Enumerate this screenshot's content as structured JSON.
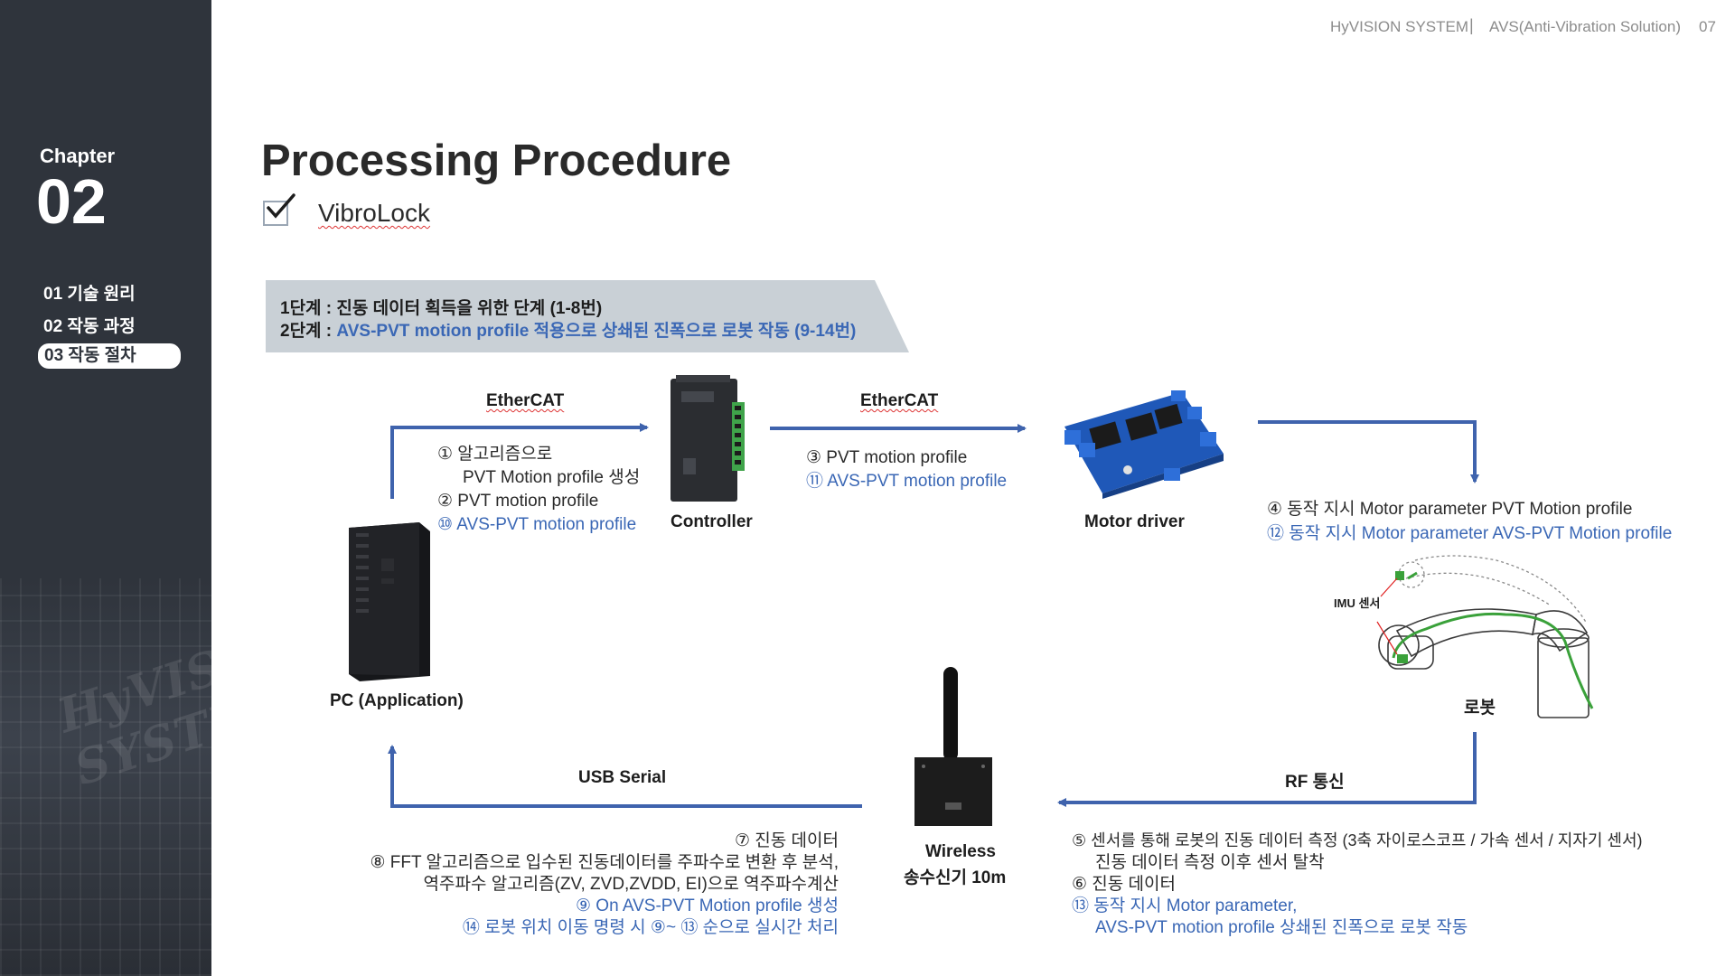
{
  "header": {
    "brand": "HyVISION SYSTEM",
    "separator": "|",
    "subtitle": "AVS(Anti-Vibration Solution)",
    "page_number": "07"
  },
  "sidebar": {
    "chapter_label": "Chapter",
    "chapter_number": "02",
    "items": [
      {
        "label": "01 기술 원리",
        "active": false
      },
      {
        "label": "02 작동 과정",
        "active": false
      },
      {
        "label": "03 작동 절차",
        "active": true
      }
    ],
    "watermark": "HyVISION SYSTEM"
  },
  "title": "Processing Procedure",
  "subtitle": "VibroLock",
  "banner": {
    "line1": "1단계 : 진동 데이터 획득을 위한 단계 (1-8번)",
    "line2_prefix": "2단계 : ",
    "line2_rest": "AVS-PVT motion profile 적용으로 상쇄된 진폭으로 로봇 작동 (9-14번)"
  },
  "components": {
    "pc": "PC (Application)",
    "controller": "Controller",
    "motor_driver": "Motor driver",
    "robot": "로봇",
    "imu": "IMU 센서",
    "wireless_line1": "Wireless",
    "wireless_line2": "송수신기 10m"
  },
  "links": {
    "pc_controller": "EtherCAT",
    "controller_driver": "EtherCAT",
    "robot_wireless": "RF 통신",
    "wireless_pc": "USB Serial"
  },
  "notes": {
    "pc_controller": {
      "n1a": "① 알고리즘으로",
      "n1b": "PVT Motion profile 생성",
      "n2": "② PVT motion profile",
      "n10": "⑩ AVS-PVT motion profile"
    },
    "controller_driver": {
      "n3": "③ PVT motion profile",
      "n11": "⑪ AVS-PVT motion profile"
    },
    "driver_robot": {
      "n4": "④ 동작 지시 Motor parameter PVT Motion profile",
      "n12": "⑫ 동작 지시 Motor parameter AVS-PVT Motion profile"
    },
    "robot_wireless": {
      "n5a": "⑤ 센서를 통해 로봇의 진동 데이터 측정 (3축 자이로스코프 / 가속 센서 / 지자기 센서)",
      "n5b": "진동 데이터 측정 이후 센서 탈착",
      "n6": "⑥ 진동 데이터",
      "n13a": "⑬ 동작 지시 Motor parameter,",
      "n13b": "AVS-PVT motion profile 상쇄된 진폭으로 로봇 작동"
    },
    "wireless_pc": {
      "n7": "⑦ 진동 데이터",
      "n8a": "⑧ FFT 알고리즘으로 입수된 진동데이터를 주파수로 변환 후 분석,",
      "n8b": "역주파수 알고리즘(ZV, ZVD,ZVDD, EI)으로 역주파수계산",
      "n9": "⑨ On AVS-PVT Motion profile 생성",
      "n14": "⑭ 로봇 위치 이동 명령 시 ⑨~ ⑬ 순으로 실시간 처리"
    }
  },
  "colors": {
    "sidebar": "#2f343c",
    "arrow": "#3f63ad",
    "banner": "#c9d0d6",
    "accent_blue": "#3a67b5",
    "robot_cable": "#3aa13a"
  }
}
